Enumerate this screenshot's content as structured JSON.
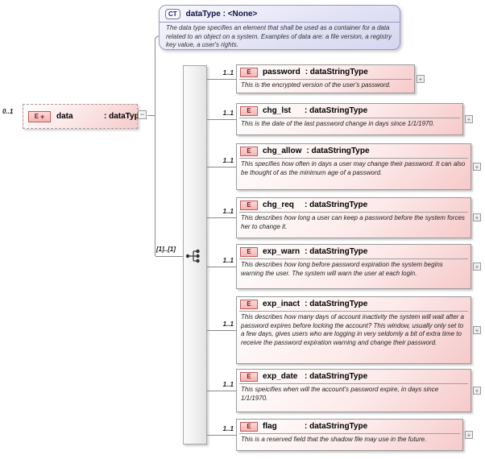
{
  "complex_type": {
    "badge": "CT",
    "title": "dataType : <None>",
    "annotation": "The data type specifies an element that shall be used as a container for a data related to an object on a system. Examples of data are: a file version, a registry key value, a user's rights."
  },
  "root_element": {
    "cardinality": "0..1",
    "badge": "E",
    "plus_glyph": "+",
    "name": "data",
    "type_label": ": dataType"
  },
  "sequence": {
    "cardinality": "[1]..[1]"
  },
  "controls": {
    "collapse_glyph": "−",
    "expand_glyph": "+"
  },
  "children": [
    {
      "cardinality": "1..1",
      "badge": "E",
      "name": "password",
      "type_label": ": dataStringType",
      "annotation": "This is the encrypted version of the user's password."
    },
    {
      "cardinality": "1..1",
      "badge": "E",
      "name": "chg_lst",
      "type_label": ": dataStringType",
      "annotation": "This is the date of the last password change in days since 1/1/1970."
    },
    {
      "cardinality": "1..1",
      "badge": "E",
      "name": "chg_allow",
      "type_label": ": dataStringType",
      "annotation": "This specifies how often in days a user may change their password.  It can also be thought of as the minimum age of a password."
    },
    {
      "cardinality": "1..1",
      "badge": "E",
      "name": "chg_req",
      "type_label": ": dataStringType",
      "annotation": "This describes how long a user can keep a password before the system forces her to change it."
    },
    {
      "cardinality": "1..1",
      "badge": "E",
      "name": "exp_warn",
      "type_label": ": dataStringType",
      "annotation": "This describes how long before password expiration the system begins warning the user.  The system will warn the user at each login."
    },
    {
      "cardinality": "1..1",
      "badge": "E",
      "name": "exp_inact",
      "type_label": ": dataStringType",
      "annotation": "This describes how many days of account inactivity the system will wait after a password expires before locking the account? This window, usually only set to a few days, gives users who are logging in very seldomly a bit of extra time to receive the password expiration warning and change their password."
    },
    {
      "cardinality": "1..1",
      "badge": "E",
      "name": "exp_date",
      "type_label": ": dataStringType",
      "annotation": "This speicifies when will the account's password expire, in days since 1/1/1970."
    },
    {
      "cardinality": "1..1",
      "badge": "E",
      "name": "flag",
      "type_label": ": dataStringType",
      "annotation": "This is a reserved field that the shadow file may use in the future."
    }
  ]
}
